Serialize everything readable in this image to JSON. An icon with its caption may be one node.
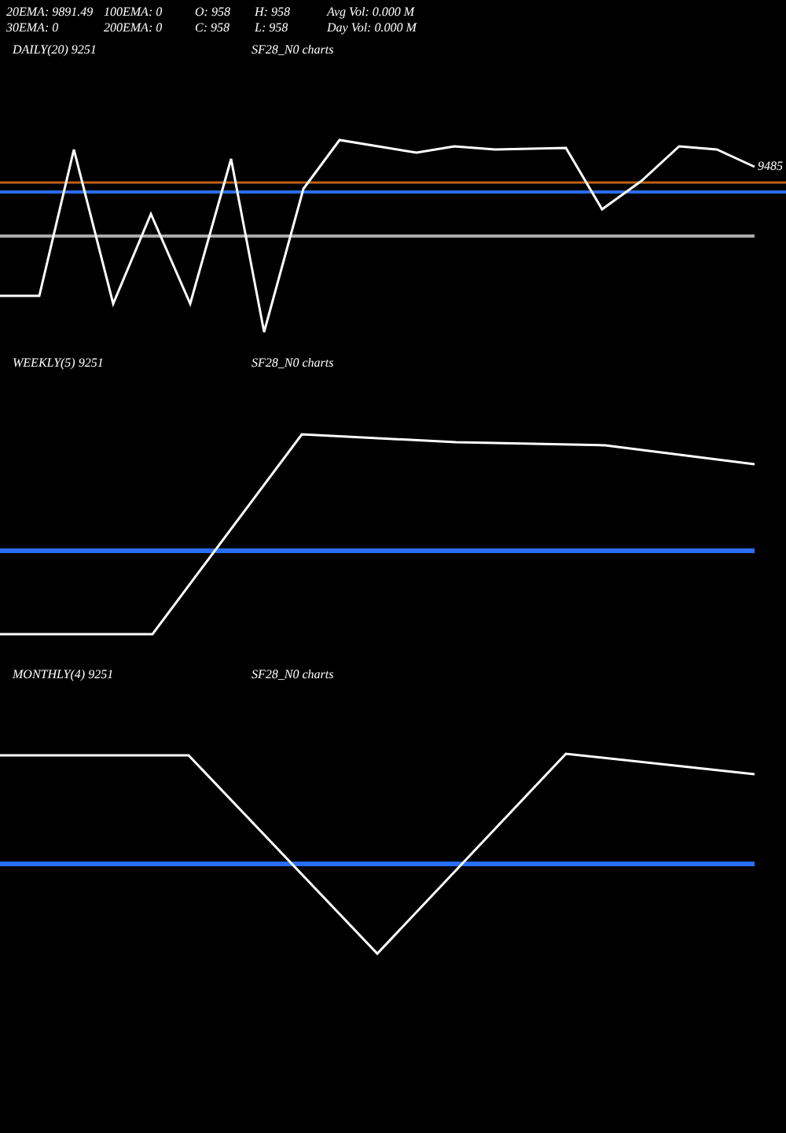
{
  "diagram": {
    "labels": [
      "20EMA: 9891.49",
      "100EMA: 0",
      "O: 958",
      "H: 958",
      "Avg Vol: 0.000 M",
      "30EMA: 0",
      "200EMA: 0",
      "C: 958",
      "L: 958",
      "Day Vol: 0.000 M",
      "DAILY(20) 9251",
      "SF28_N0 charts",
      "9485",
      "WEEKLY(5) 9251",
      "SF28_N0 charts",
      "MONTHLY(4) 9251",
      "SF28_N0 charts"
    ]
  }
}
